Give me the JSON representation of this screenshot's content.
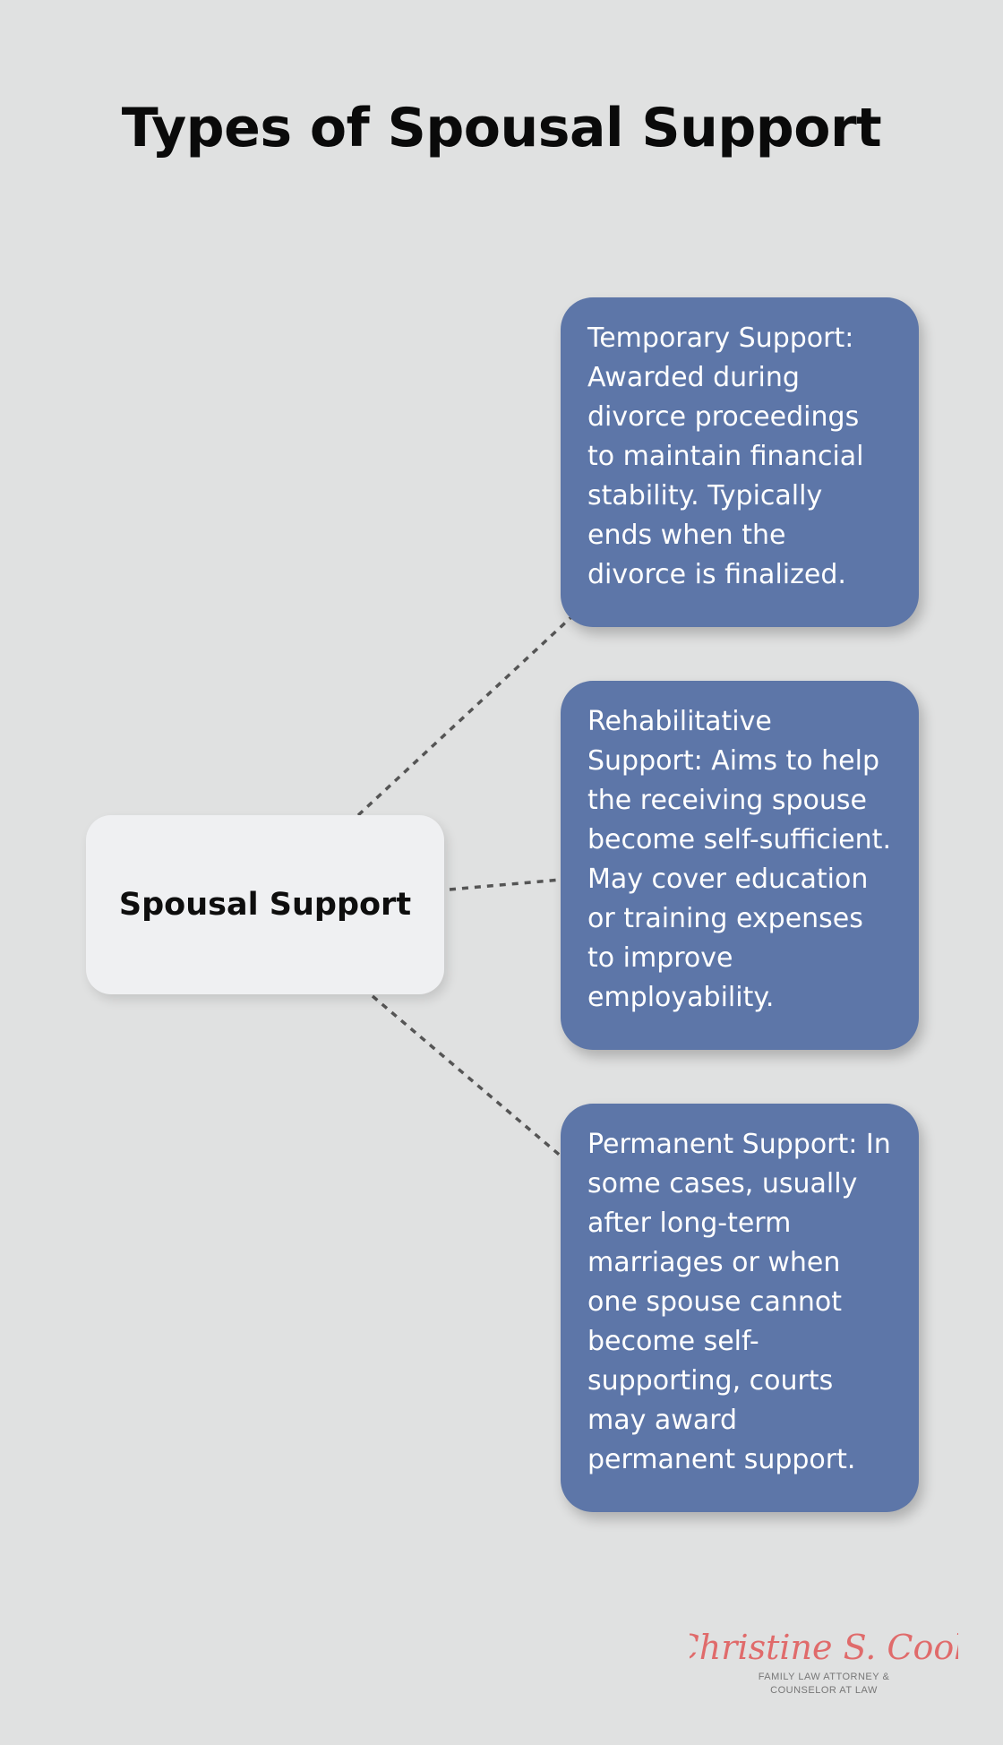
{
  "title": "Types of Spousal Support",
  "center_node": {
    "label": "Spousal Support"
  },
  "cards": [
    {
      "text": "Temporary Support: Awarded during divorce proceedings to maintain financial stability. Typically ends when the divorce is finalized."
    },
    {
      "text": "Rehabilitative Support: Aims to help the receiving spouse become self-sufficient. May cover education or training expenses to improve employability."
    },
    {
      "text": "Permanent Support: In some cases, usually after long-term marriages or when one spouse cannot become self-supporting, courts may award permanent support."
    }
  ],
  "logo": {
    "name": "Christine S. Cook",
    "tagline_line1": "FAMILY LAW ATTORNEY &",
    "tagline_line2": "COUNSELOR AT LAW"
  },
  "colors": {
    "background": "#e0e1e1",
    "card": "#5d76a8",
    "center_node": "#eff0f2",
    "connector": "#555555",
    "logo_script": "#e06b6b"
  }
}
